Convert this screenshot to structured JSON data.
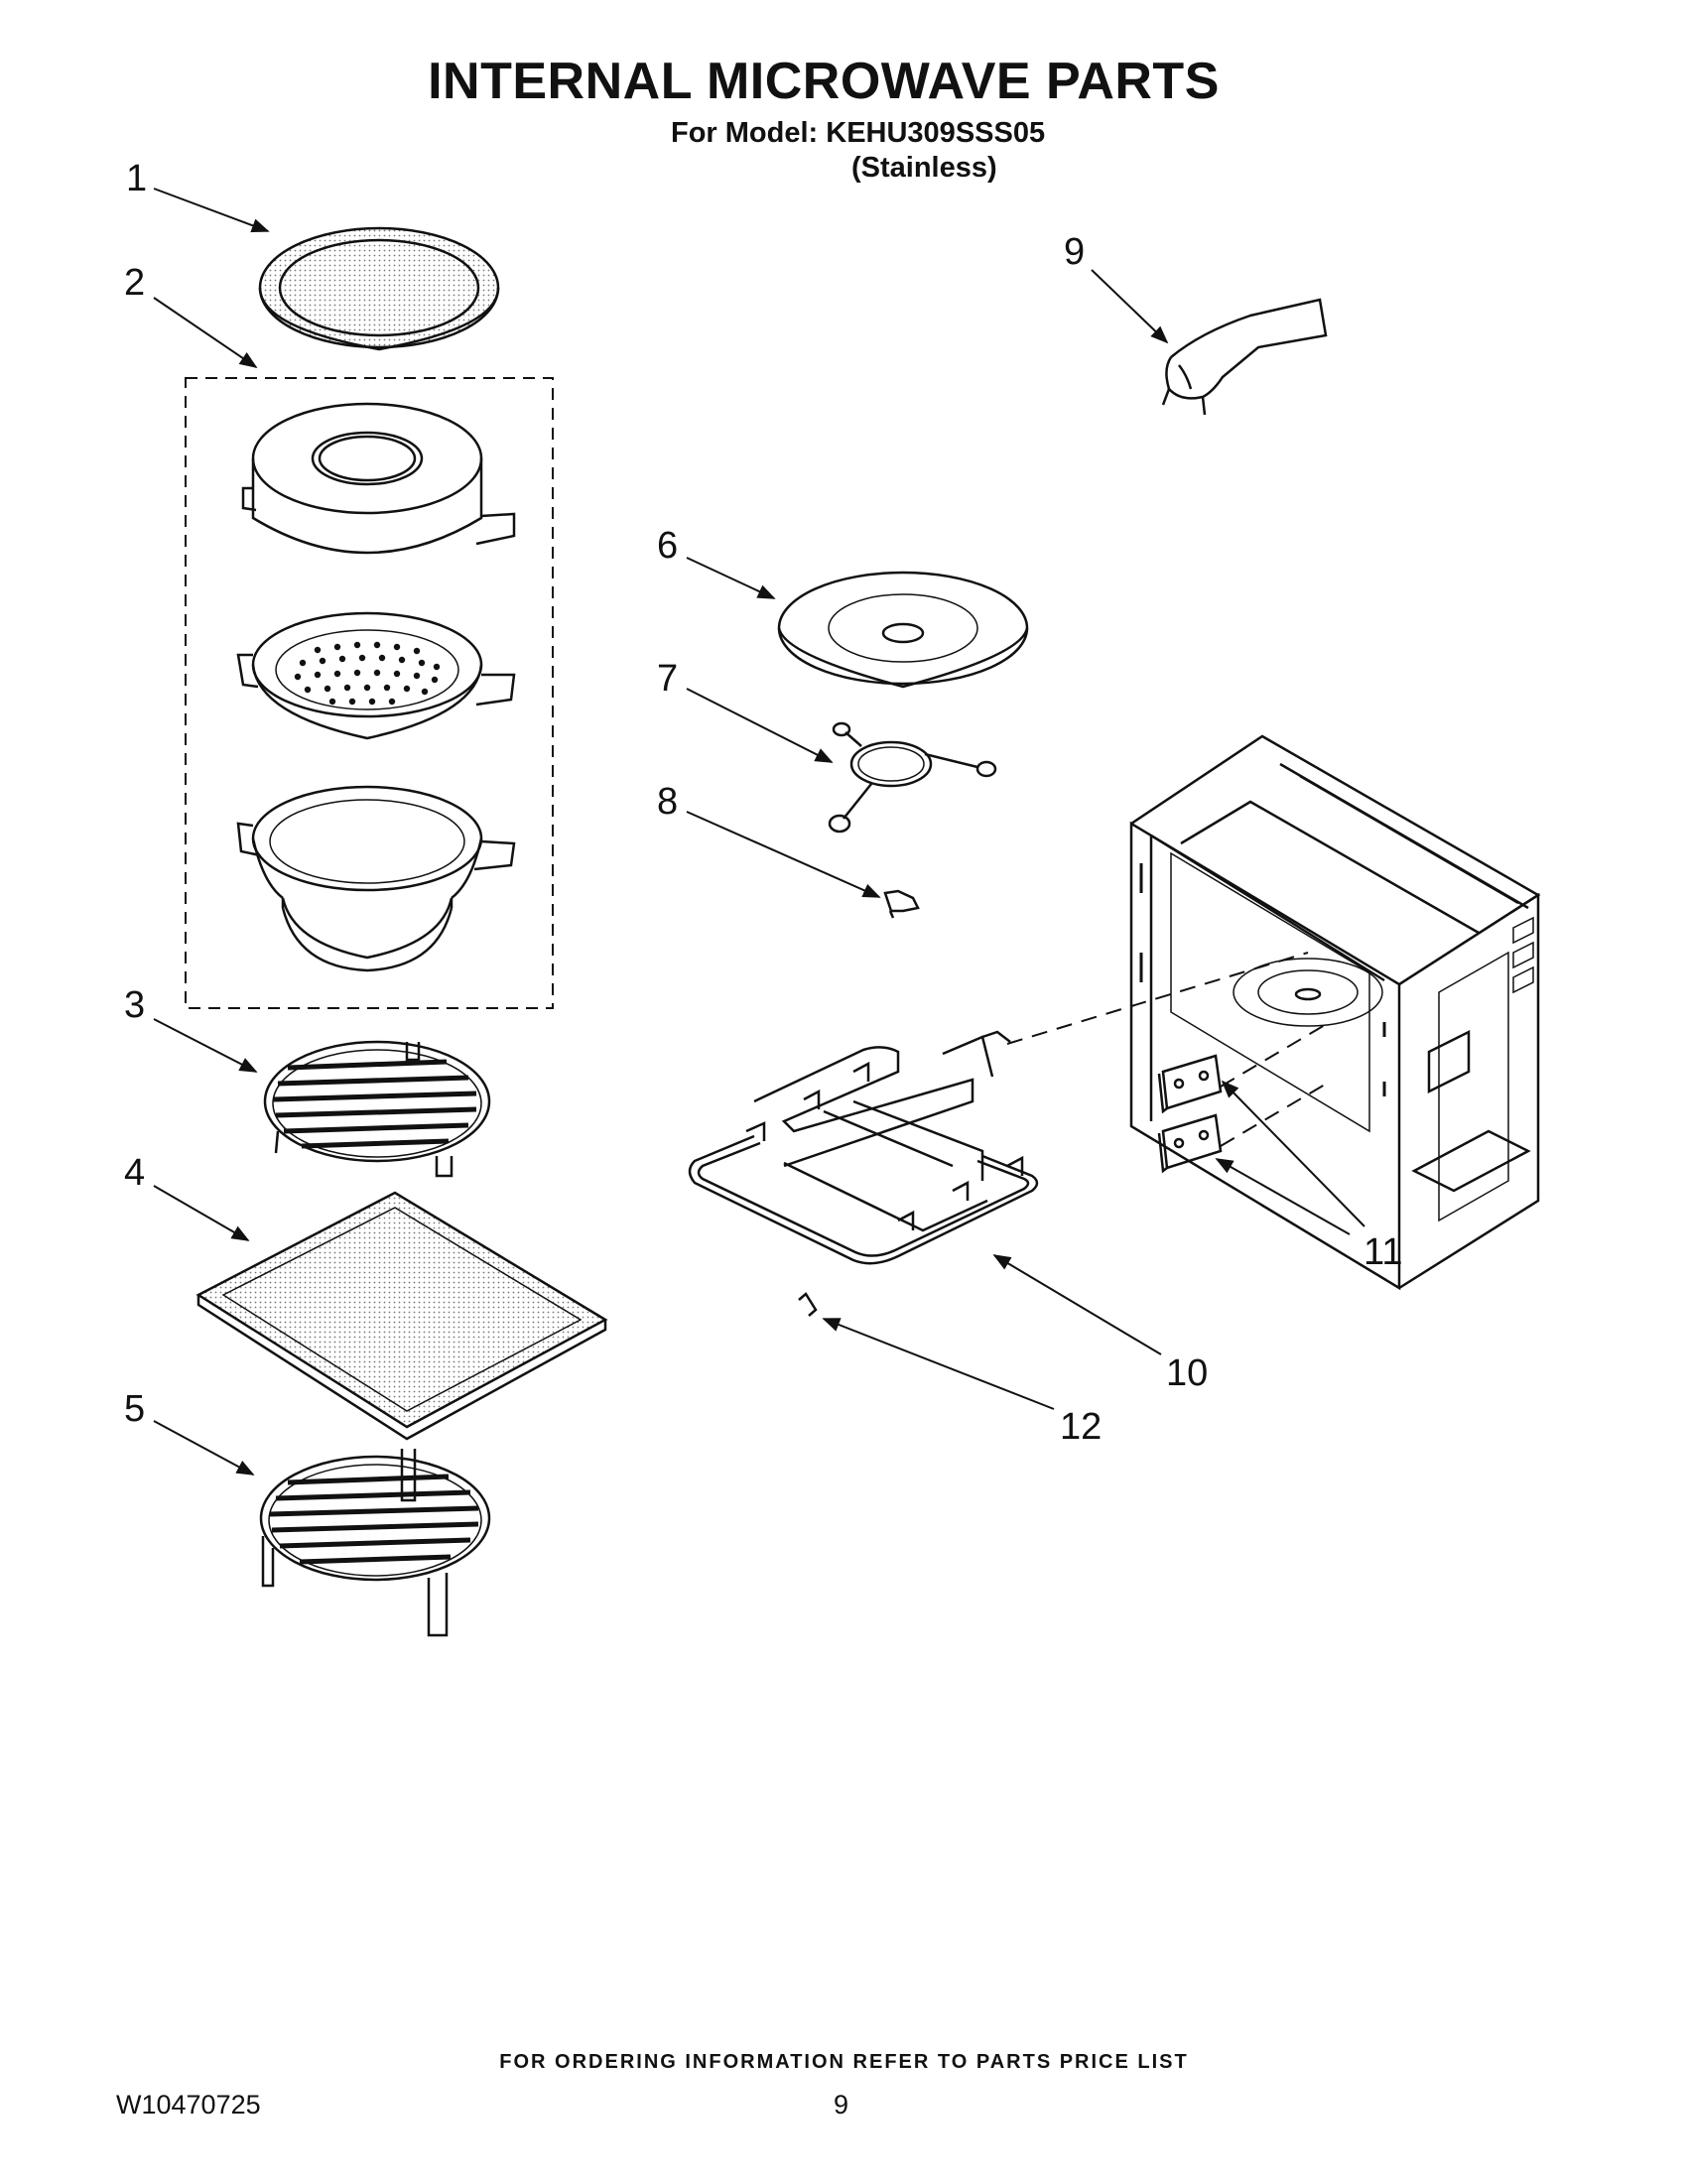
{
  "header": {
    "title": "INTERNAL MICROWAVE  PARTS",
    "model": "For Model: KEHU309SSS05",
    "variant": "(Stainless)"
  },
  "callouts": [
    "1",
    "2",
    "3",
    "4",
    "5",
    "6",
    "7",
    "8",
    "9",
    "10",
    "11",
    "12"
  ],
  "footer": {
    "ordering_note": "FOR ORDERING INFORMATION REFER TO PARTS PRICE LIST",
    "doc_number": "W10470725",
    "page_number": "9"
  }
}
